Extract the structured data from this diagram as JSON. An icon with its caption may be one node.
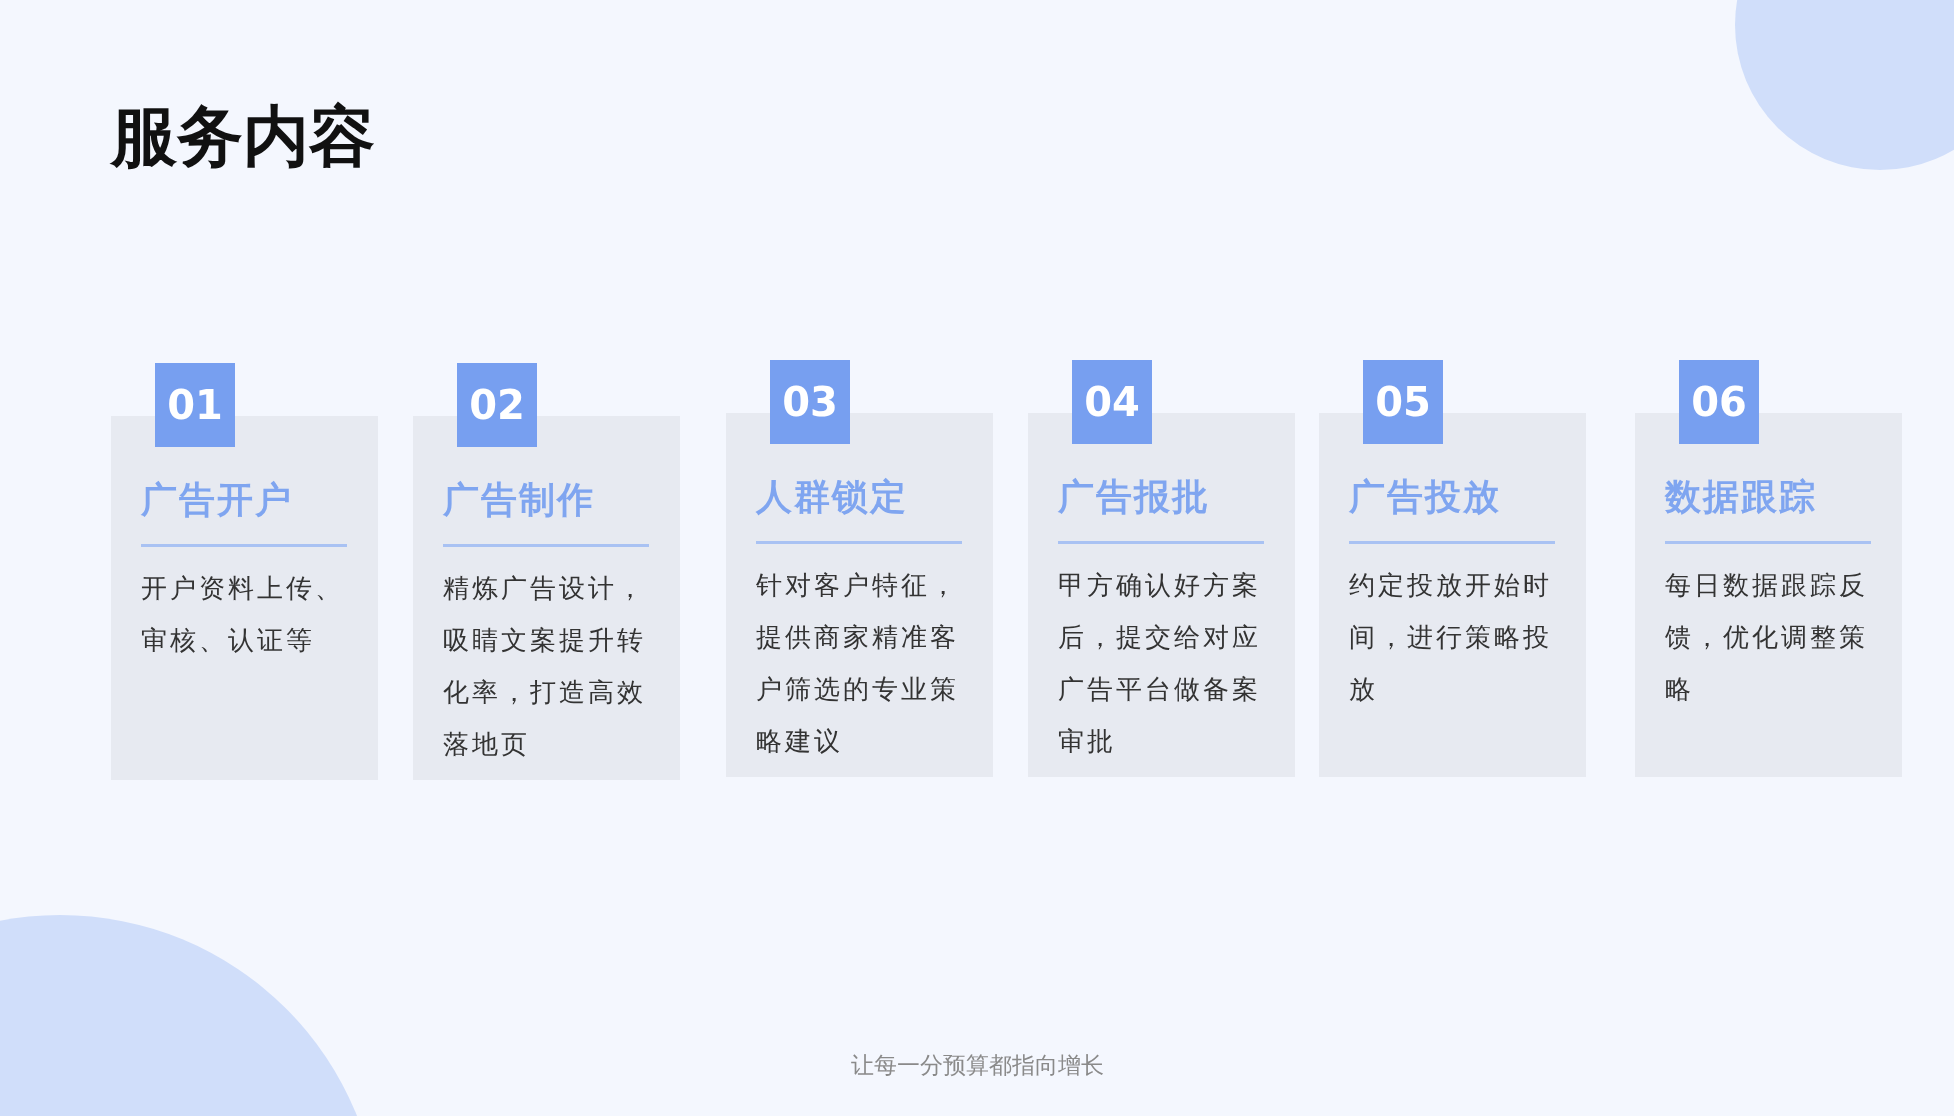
{
  "diagram": {
    "title": "服务内容",
    "nodes": [
      {
        "text": [
          "01"
        ]
      },
      {
        "text": [
          "广告开户",
          "开户资料上传、审核、认证等"
        ]
      },
      {
        "text": [
          "02"
        ]
      },
      {
        "text": [
          "广告制作",
          "精炼广告设计，吸睛文案提升转化率，打造高效落地页"
        ]
      },
      {
        "text": [
          "03"
        ]
      },
      {
        "text": [
          "人群锁定",
          "针对客户特征，提供商家精准客户筛选的专业策略建议"
        ]
      },
      {
        "text": [
          "04"
        ]
      },
      {
        "text": [
          "广告报批",
          "甲方确认好方案后，提交给对应广告平台做备案审批"
        ]
      },
      {
        "text": [
          "05"
        ]
      },
      {
        "text": [
          "广告投放",
          "约定投放开始时间，进行策略投放"
        ]
      },
      {
        "text": [
          "06"
        ]
      },
      {
        "text": [
          "数据跟踪",
          "每日数据跟踪反馈，优化调整策略"
        ]
      }
    ],
    "labels": [
      "让每一分预算都指向增长"
    ]
  }
}
